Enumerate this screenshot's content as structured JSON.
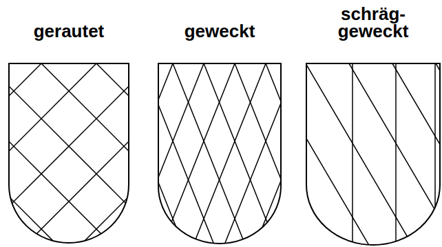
{
  "diagram": {
    "nodes": [
      {
        "text": [
          "gerautet"
        ]
      },
      {
        "text": [
          "geweckt"
        ]
      },
      {
        "text": [
          "schräg- geweckt"
        ]
      }
    ]
  }
}
